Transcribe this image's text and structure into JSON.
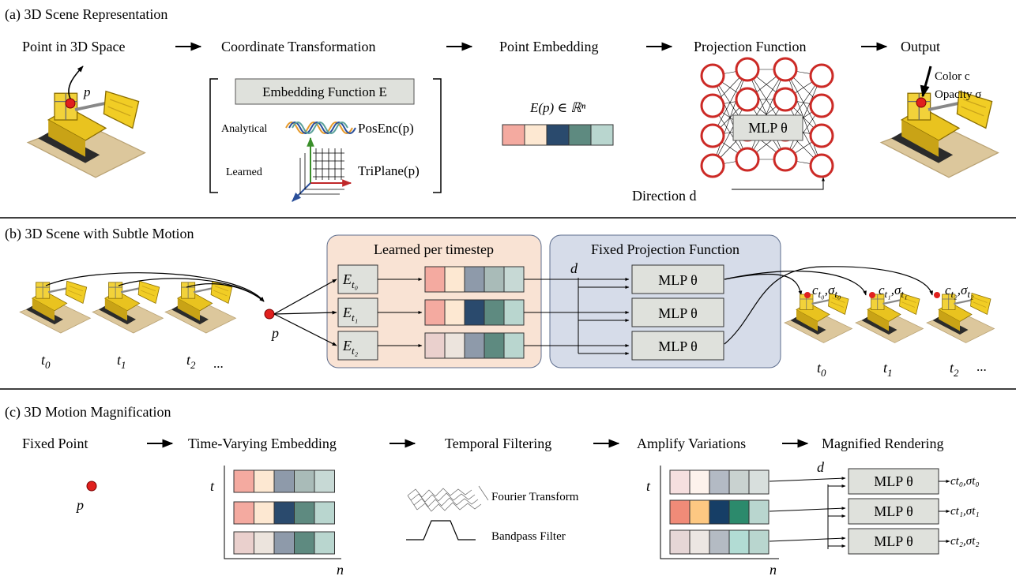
{
  "colors": {
    "learned_bg": "#f9e3d4",
    "fixed_bg": "#d6dce9",
    "box_bg": "#dfe1dc",
    "point_red": "#e0201e",
    "mlp_ring": "#cc2a26",
    "axis_green": "#3a8f2a",
    "axis_red": "#c0282a",
    "axis_blue": "#2a4f9a"
  },
  "embedding_palette": {
    "full": [
      "#f4aaa0",
      "#fde8d2",
      "#2a4a6d",
      "#5e8a80",
      "#b9d6cf"
    ],
    "t0_faded": [
      "#f4aaa0",
      "#fde8d2",
      "#8e9aaa",
      "#a9bbb8",
      "#c7d9d5"
    ],
    "t2_faded": [
      "#ead0cd",
      "#ece4dd",
      "#8e9aaa",
      "#5e8a80",
      "#b9d6cf"
    ],
    "amp_t0": [
      "#f6dfdf",
      "#fdf2ec",
      "#b3bac4",
      "#c9d2d0",
      "#d8dfdd"
    ],
    "amp_t1": [
      "#f08b78",
      "#fdc882",
      "#163e66",
      "#2c8a6c",
      "#b9d6cf"
    ],
    "amp_t2": [
      "#e6d6d6",
      "#ece6e2",
      "#b4bbc3",
      "#b2dcd4",
      "#b9d6cf"
    ]
  },
  "sections": {
    "a_title": "(a) 3D Scene Representation",
    "b_title": "(b) 3D Scene with Subtle Motion",
    "c_title": "(c) 3D Motion Magnification"
  },
  "pipeline_a": {
    "steps": [
      "Point in 3D Space",
      "Coordinate Transformation",
      "Point Embedding",
      "Projection Function",
      "Output"
    ],
    "point_label": "p",
    "embed_fn": "Embedding Function E",
    "analytical": "Analytical",
    "learned": "Learned",
    "posenc": "PosEnc(p)",
    "triplane": "TriPlane(p)",
    "embedding_formula": "E(p) ∈ ℝⁿ",
    "mlp": "MLP θ",
    "direction": "Direction d",
    "output_color": "Color c",
    "output_opacity": "Opacity σ"
  },
  "pipeline_b": {
    "learned_title": "Learned per timestep",
    "fixed_title": "Fixed Projection Function",
    "embeddings": [
      "E",
      "E",
      "E"
    ],
    "embedding_subs": [
      "t0",
      "t1",
      "t2"
    ],
    "mlp": "MLP θ",
    "d_label": "d",
    "point_label": "p",
    "time_labels": [
      "t",
      "t",
      "t",
      "..."
    ],
    "time_subs": [
      "0",
      "1",
      "2"
    ],
    "outputs": [
      "c",
      "c",
      "c"
    ]
  },
  "pipeline_c": {
    "steps": [
      "Fixed Point",
      "Time-Varying Embedding",
      "Temporal Filtering",
      "Amplify Variations",
      "Magnified Rendering"
    ],
    "point_label": "p",
    "axis_t": "t",
    "axis_n": "n",
    "fourier": "Fourier Transform",
    "bandpass": "Bandpass Filter",
    "mlp": "MLP θ",
    "d_label": "d"
  }
}
